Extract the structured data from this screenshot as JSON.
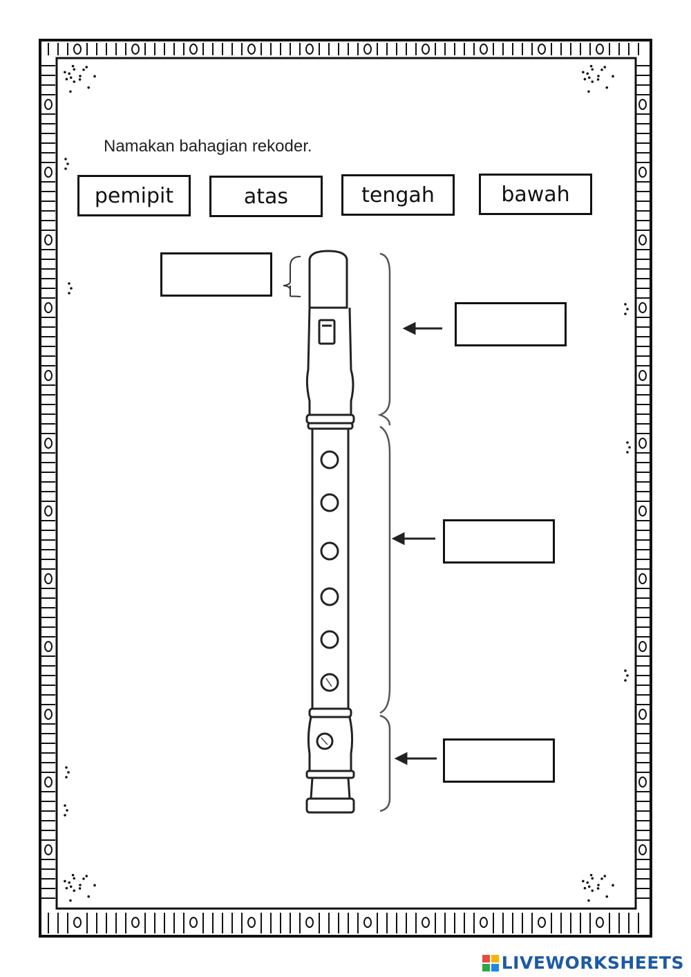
{
  "worksheet": {
    "instruction": "Namakan bahagian rekoder.",
    "word_bank": [
      "pemipit",
      "atas",
      "tengah",
      "bawah"
    ]
  },
  "brand": {
    "text_main": "LIVEWORKSHEETS",
    "mark_colors": [
      "#e84c3d",
      "#f4b400",
      "#2ba84a",
      "#1e88e5"
    ],
    "text_color": "#1d5aa6"
  }
}
